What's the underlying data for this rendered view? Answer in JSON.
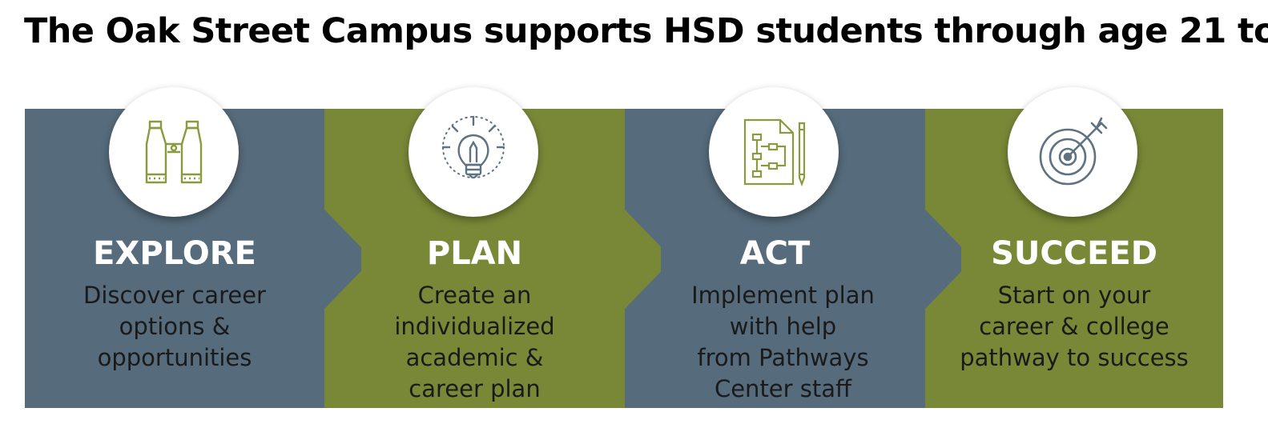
{
  "title": "The Oak Street Campus supports HSD students through age 21 to:",
  "colors": {
    "slate": "#566b7b",
    "olive": "#798837",
    "icon_olive": "#8a9a3e",
    "icon_slate": "#5f7282"
  },
  "steps": [
    {
      "heading": "EXPLORE",
      "description": "Discover career\noptions &\nopportunities",
      "icon": "binoculars-icon"
    },
    {
      "heading": "PLAN",
      "description": "Create an\nindividualized\nacademic &\ncareer plan",
      "icon": "lightbulb-icon"
    },
    {
      "heading": "ACT",
      "description": "Implement plan\nwith help\nfrom Pathways\nCenter staff",
      "icon": "flowchart-document-icon"
    },
    {
      "heading": "SUCCEED",
      "description": "Start on your\ncareer & college\npathway to success",
      "icon": "target-icon"
    }
  ]
}
